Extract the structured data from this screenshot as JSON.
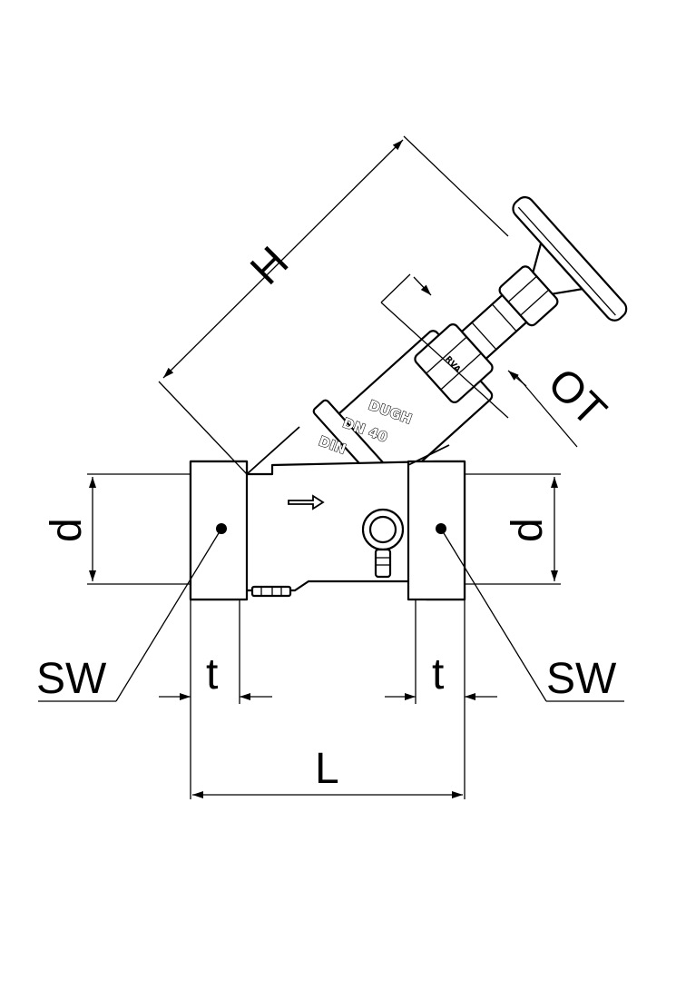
{
  "dimensions": {
    "height": "H",
    "operating_thread": "OT",
    "diameter_left": "d",
    "diameter_right": "d",
    "wrench_size_left": "SW",
    "wrench_size_right": "SW",
    "thread_length_left": "t",
    "thread_length_right": "t",
    "length": "L"
  },
  "body_markings": {
    "line1": "DUGH",
    "line2": "DN 40",
    "line3": "DIN",
    "bonnet_mark": "RVA"
  }
}
